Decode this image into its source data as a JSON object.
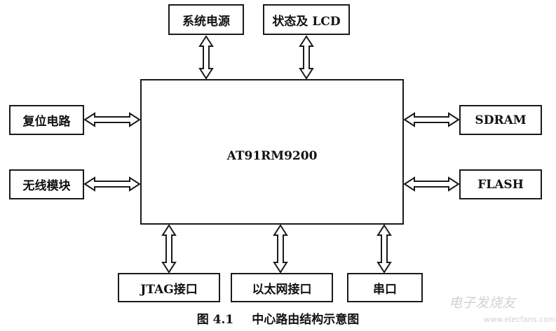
{
  "diagram": {
    "cpu": "AT91RM9200",
    "blocks": {
      "power": "系统电源",
      "status_lcd": "状态及 LCD",
      "reset": "复位电路",
      "wireless": "无线模块",
      "sdram": "SDRAM",
      "flash": "FLASH",
      "jtag": "JTAG接口",
      "ethernet": "以太网接口",
      "serial": "串口"
    },
    "caption": {
      "number": "图 4.1",
      "title": "中心路由结构示意图"
    }
  },
  "watermark": {
    "text": "电子发烧友",
    "url": "www.elecfans.com"
  },
  "colors": {
    "line": "#1a1a1a",
    "background": "#ffffff",
    "watermark": "#d2d2d2"
  }
}
